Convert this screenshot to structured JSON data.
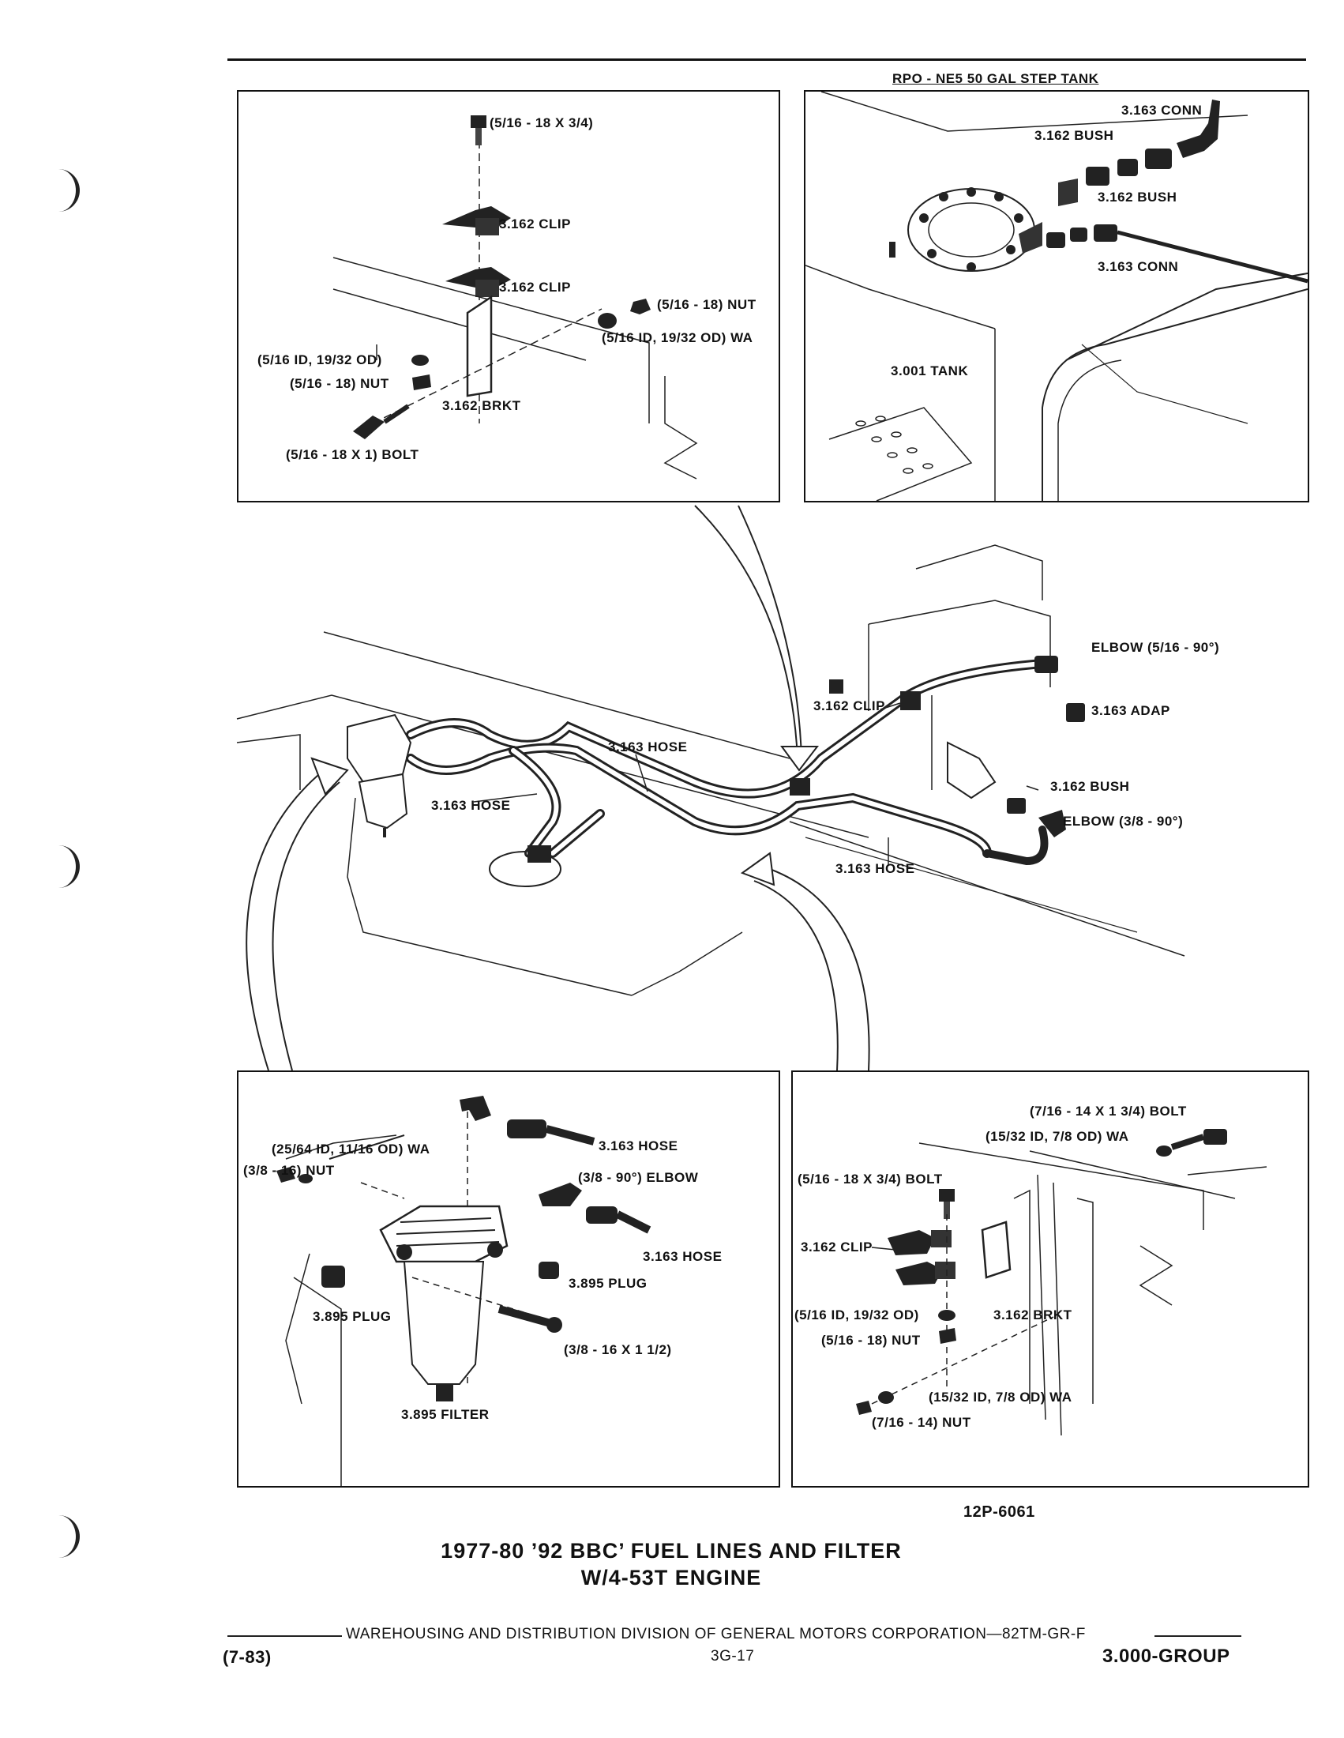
{
  "panels": {
    "top_left": {
      "labels": [
        "(5/16 - 18 X 3/4)",
        "3.162 CLIP",
        "3.162 CLIP",
        "(5/16 - 18) NUT",
        "(5/16 ID, 19/32 OD) WA",
        "(5/16 ID, 19/32 OD)",
        "(5/16 - 18) NUT",
        "3.162 BRKT",
        "(5/16 - 18 X 1) BOLT"
      ]
    },
    "top_right": {
      "caption": "RPO - NE5 50 GAL STEP TANK",
      "labels": [
        "3.163 CONN",
        "3.162 BUSH",
        "3.162 BUSH",
        "3.163 CONN",
        "3.001 TANK"
      ]
    },
    "bottom_left": {
      "labels": [
        "(25/64 ID, 11/16 OD) WA",
        "(3/8 - 16) NUT",
        "3.163 HOSE",
        "(3/8 - 90°) ELBOW",
        "3.163 HOSE",
        "3.895 PLUG",
        "3.895 PLUG",
        "(3/8 - 16 X 1 1/2)",
        "3.895 FILTER"
      ]
    },
    "bottom_right": {
      "labels": [
        "(7/16 - 14 X 1 3/4) BOLT",
        "(15/32 ID, 7/8 OD) WA",
        "(5/16 - 18 X 3/4) BOLT",
        "3.162 CLIP",
        "(5/16 ID, 19/32 OD)",
        "3.162 BRKT",
        "(5/16 - 18) NUT",
        "(15/32 ID, 7/8 OD) WA",
        "(7/16 - 14) NUT"
      ]
    }
  },
  "center": {
    "labels": [
      "ELBOW (5/16 - 90°)",
      "3.162 CLIP",
      "3.163 ADAP",
      "3.163 HOSE",
      "3.162 BUSH",
      "3.163 HOSE",
      "ELBOW (3/8 - 90°)",
      "3.163 HOSE"
    ]
  },
  "figure_number": "12P-6061",
  "title_line1": "1977-80 ’92 BBC’ FUEL LINES AND FILTER",
  "title_line2": "W/4-53T ENGINE",
  "footer": {
    "division": "WAREHOUSING AND DISTRIBUTION  DIVISION OF GENERAL MOTORS CORPORATION—82TM-GR-F",
    "date": "(7-83)",
    "page": "3G-17",
    "group": "3.000-GROUP"
  }
}
